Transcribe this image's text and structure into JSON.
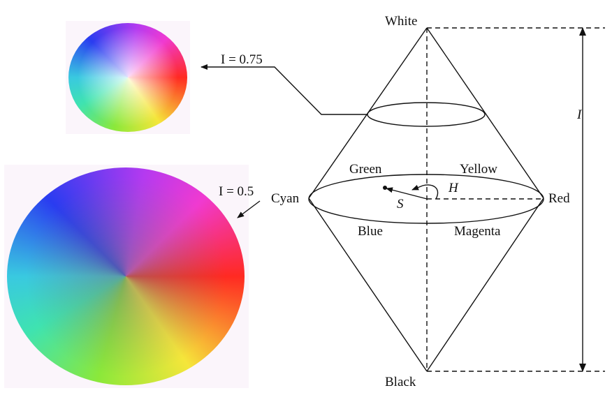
{
  "labels": {
    "white": "White",
    "black": "Black",
    "cyan": "Cyan",
    "red": "Red",
    "green": "Green",
    "yellow": "Yellow",
    "blue": "Blue",
    "magenta": "Magenta",
    "hue": "H",
    "saturation": "S",
    "intensity_axis": "I",
    "intensity_075": "I = 0.75",
    "intensity_05": "I = 0.5"
  },
  "colors": {
    "line": "#111111",
    "red": "#ff2a22",
    "yellow": "#f5e63a",
    "green": "#8be83a",
    "cyan": "#39c9e0",
    "blue": "#2a3cf0",
    "magenta": "#f03ad0"
  }
}
